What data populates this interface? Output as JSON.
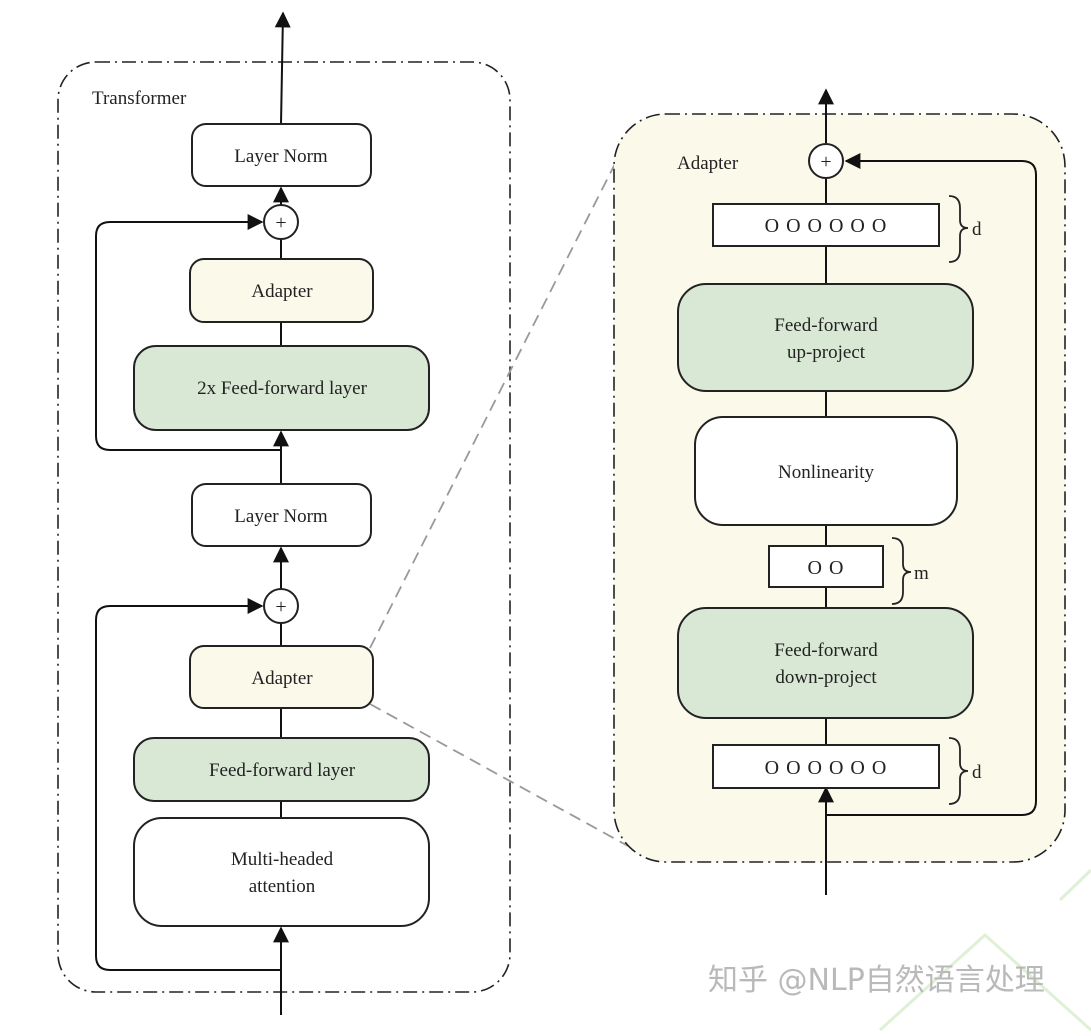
{
  "transformer": {
    "title": "Transformer",
    "layer_norm_top": "Layer Norm",
    "adapter_top": "Adapter",
    "ffn_top": "2x Feed-forward layer",
    "layer_norm_mid": "Layer Norm",
    "adapter_bottom": "Adapter",
    "ffn_bottom": "Feed-forward layer",
    "attention_line1": "Multi-headed",
    "attention_line2": "attention",
    "plus_symbol": "+"
  },
  "adapter": {
    "title": "Adapter",
    "plus_symbol": "+",
    "vector_top": "O O O O O O",
    "vector_top_dim": "d",
    "up_project_line1": "Feed-forward",
    "up_project_line2": "up-project",
    "nonlinearity": "Nonlinearity",
    "bottleneck_vector": "O O",
    "bottleneck_dim": "m",
    "down_project_line1": "Feed-forward",
    "down_project_line2": "down-project",
    "vector_bottom": "O O O O O O",
    "vector_bottom_dim": "d"
  },
  "watermark": "知乎 @NLP自然语言处理",
  "colors": {
    "adapter_fill": "#fbf9ea",
    "ffn_fill": "#d9e8d5",
    "white_fill": "#ffffff",
    "stroke": "#222222",
    "zoom_line": "#999999"
  }
}
